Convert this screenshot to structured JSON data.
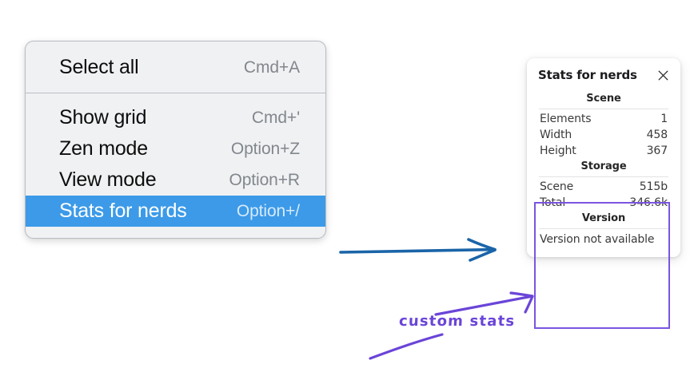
{
  "context_menu": {
    "sections": [
      {
        "items": [
          {
            "label": "Select all",
            "shortcut": "Cmd+A",
            "selected": false
          }
        ]
      },
      {
        "items": [
          {
            "label": "Show grid",
            "shortcut": "Cmd+'",
            "selected": false
          },
          {
            "label": "Zen mode",
            "shortcut": "Option+Z",
            "selected": false
          },
          {
            "label": "View mode",
            "shortcut": "Option+R",
            "selected": false
          },
          {
            "label": "Stats for nerds",
            "shortcut": "Option+/",
            "selected": true
          }
        ]
      }
    ]
  },
  "stats_panel": {
    "title": "Stats for nerds",
    "close_icon": "close-icon",
    "groups": [
      {
        "title": "Scene",
        "rows": [
          {
            "key": "Elements",
            "value": "1"
          },
          {
            "key": "Width",
            "value": "458"
          },
          {
            "key": "Height",
            "value": "367"
          }
        ]
      },
      {
        "title": "Storage",
        "rows": [
          {
            "key": "Scene",
            "value": "515b"
          },
          {
            "key": "Total",
            "value": "346.6k"
          }
        ]
      },
      {
        "title": "Version",
        "single": "Version not available"
      }
    ]
  },
  "annotations": {
    "custom_stats_label": "custom stats",
    "blue_arrow_color": "#1a64a8",
    "purple_arrow_color": "#6a45d8",
    "highlight_color": "#7b54e0",
    "menu_selected_color": "#3c9ae8"
  }
}
